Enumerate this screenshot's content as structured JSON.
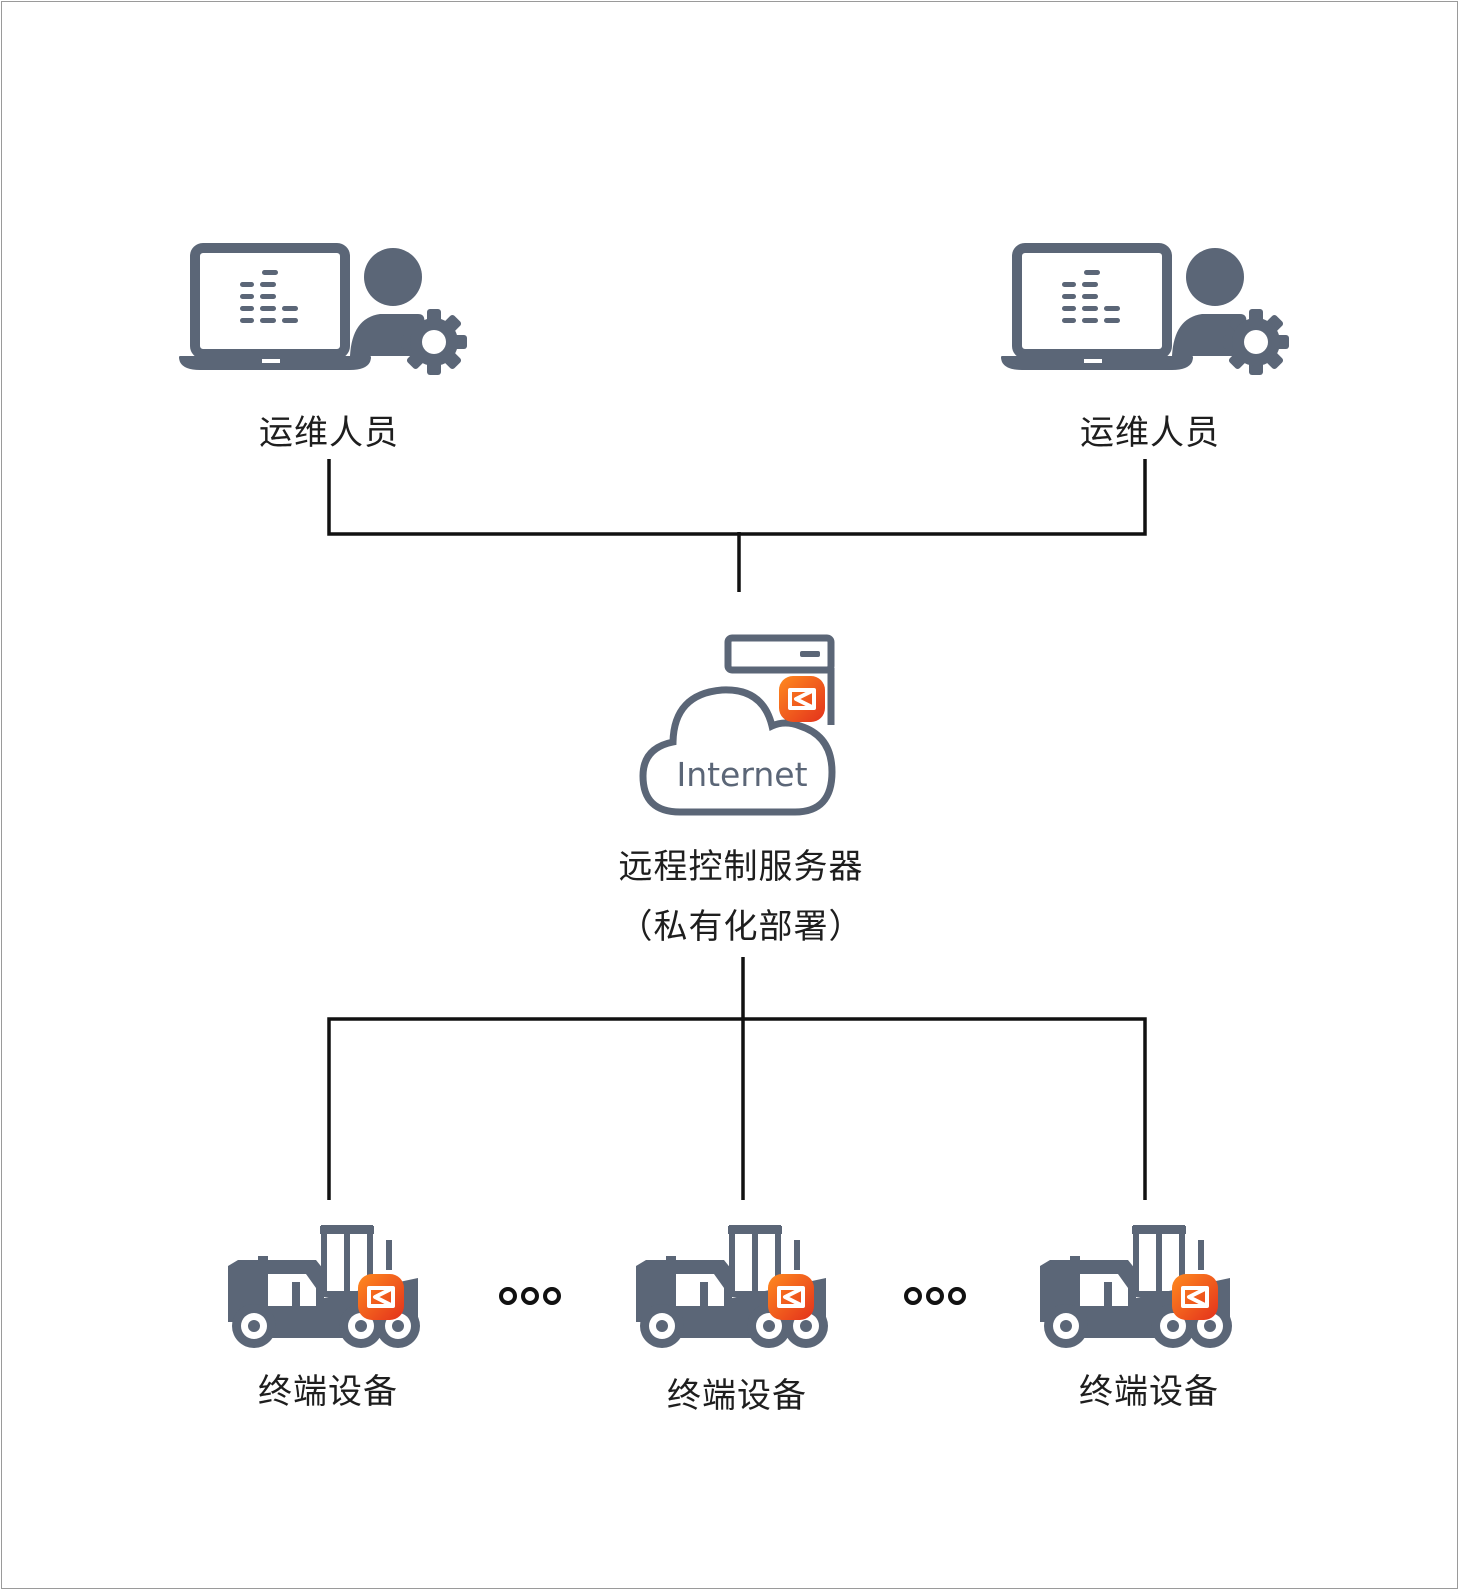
{
  "diagram": {
    "operators": [
      {
        "label": "运维人员",
        "icon": "laptop-admin-icon"
      },
      {
        "label": "运维人员",
        "icon": "laptop-admin-icon"
      }
    ],
    "server": {
      "cloud_text": "Internet",
      "label_line1": "远程控制服务器",
      "label_line2": "（私有化部署）",
      "icon": "cloud-server-icon"
    },
    "devices": [
      {
        "label": "终端设备",
        "icon": "tractor-icon"
      },
      {
        "label": "终端设备",
        "icon": "tractor-icon"
      },
      {
        "label": "终端设备",
        "icon": "tractor-icon"
      }
    ],
    "ellipsis_icon": "ellipsis-icon"
  },
  "colors": {
    "icon": "#5b6677",
    "line": "#111111",
    "badge_start": "#ff7a1a",
    "badge_end": "#e8321b",
    "text": "#1e1e1e"
  }
}
